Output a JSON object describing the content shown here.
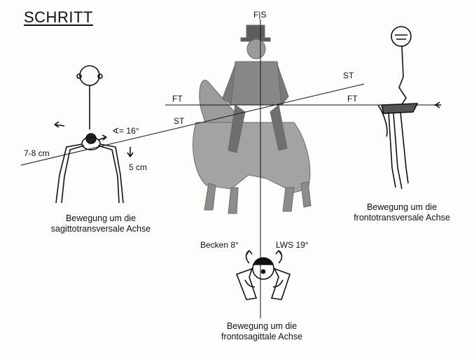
{
  "title": "SCHRITT",
  "labels": {
    "fs": "F|S",
    "ft_left": "FT",
    "ft_right": "FT",
    "st_left": "ST",
    "st_right": "ST",
    "angle": "∢= 16°",
    "drop": "7-8 cm",
    "depth": "5 cm",
    "becken": "Becken 8°",
    "lws": "LWS 19°"
  },
  "captions": {
    "left": [
      "Bewegung um die",
      "sagittotransversale Achse"
    ],
    "right": [
      "Bewegung um die",
      "frontotransversale Achse"
    ],
    "bottom": [
      "Bewegung um die",
      "frontosagittale Achse"
    ]
  },
  "icons": [
    "rider-on-horse-photo",
    "stick-figure-front",
    "stick-figure-side",
    "stick-figure-top",
    "arrow-left-icon",
    "arrow-down-icon",
    "rotation-arrow-icon"
  ]
}
